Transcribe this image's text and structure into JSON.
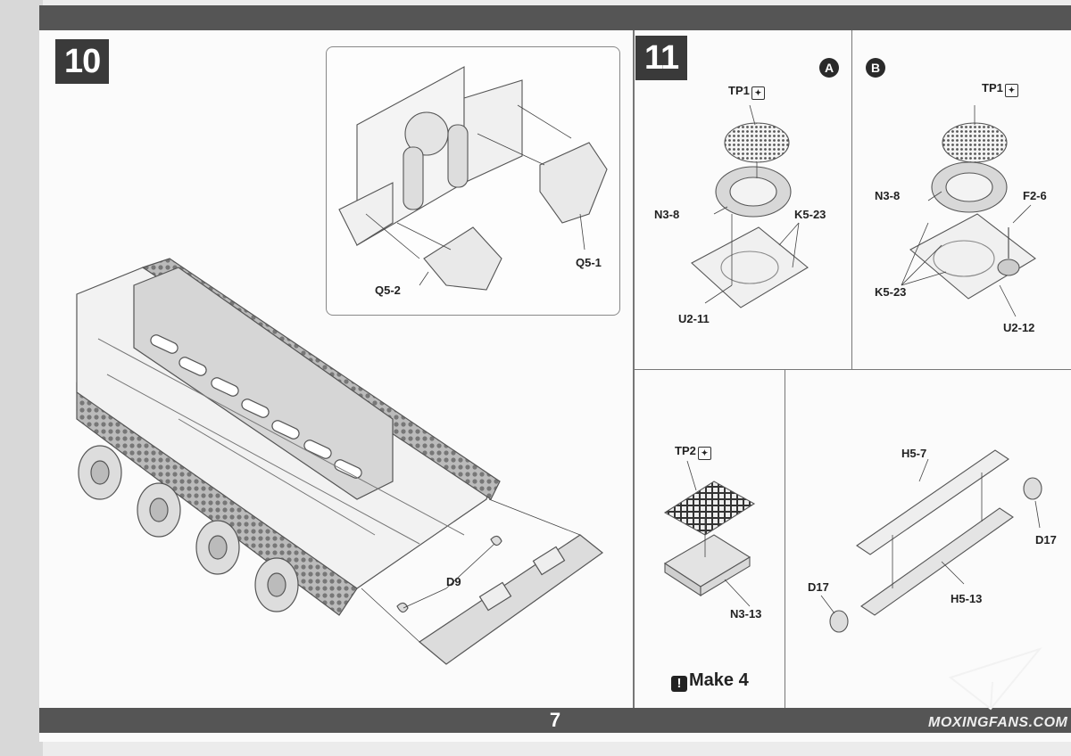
{
  "page_number": "7",
  "watermark": "MOXINGFANS.COM",
  "step10": {
    "number": "10",
    "labels": {
      "q5_2": "Q5-2",
      "q5_1": "Q5-1",
      "d9": "D9"
    }
  },
  "step11": {
    "number": "11",
    "variant_a": {
      "badge": "A",
      "tp1": "TP1",
      "n3_8": "N3-8",
      "k5_23": "K5-23",
      "u2_11": "U2-11"
    },
    "variant_b": {
      "badge": "B",
      "tp1": "TP1",
      "n3_8": "N3-8",
      "f2_6": "F2-6",
      "k5_23": "K5-23",
      "u2_12": "U2-12"
    }
  },
  "subassembly_grille": {
    "tp2": "TP2",
    "n3_13": "N3-13",
    "make_text": "Make 4"
  },
  "subassembly_tube": {
    "h5_7": "H5-7",
    "h5_13": "H5-13",
    "d17_top": "D17",
    "d17_bottom": "D17"
  },
  "icons": {
    "photo_etch": "photo-etch-icon",
    "warning": "exclamation-icon"
  }
}
